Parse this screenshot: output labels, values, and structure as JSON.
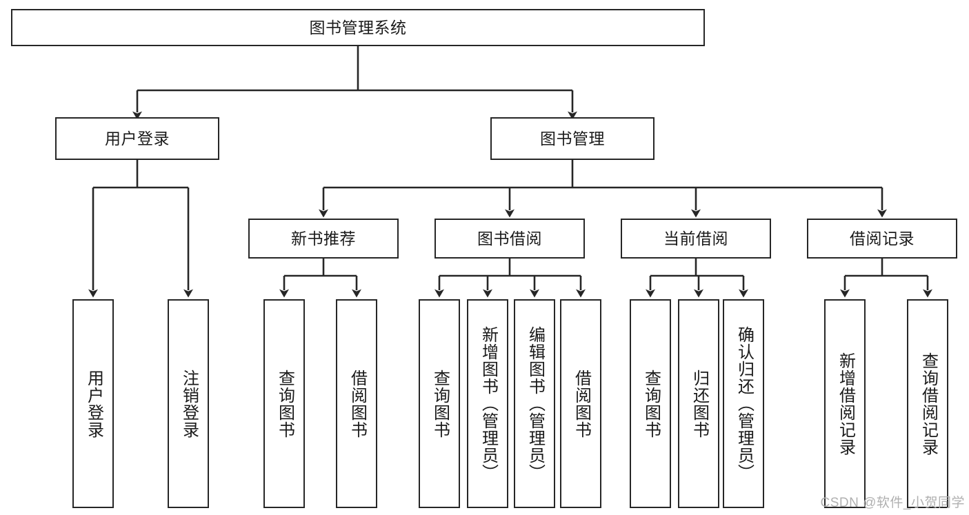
{
  "diagram": {
    "type": "hierarchy-tree",
    "title": "图书管理系统",
    "watermark": "CSDN @软件_小贺同学",
    "colors": {
      "box_border": "#262626",
      "box_fill": "#ffffff",
      "connector": "#262626",
      "text": "#1a1a1a",
      "watermark": "#b0b0b0",
      "background": "#ffffff"
    },
    "levels": {
      "root": {
        "label": "图书管理系统"
      },
      "level2": [
        {
          "label": "用户登录"
        },
        {
          "label": "图书管理"
        }
      ],
      "level3": [
        {
          "label": "新书推荐"
        },
        {
          "label": "图书借阅"
        },
        {
          "label": "当前借阅"
        },
        {
          "label": "借阅记录"
        }
      ],
      "leaves": [
        {
          "label": "用户登录",
          "parent": "用户登录"
        },
        {
          "label": "注销登录",
          "parent": "用户登录"
        },
        {
          "label": "查询图书",
          "parent": "新书推荐"
        },
        {
          "label": "借阅图书",
          "parent": "新书推荐"
        },
        {
          "label": "查询图书",
          "parent": "图书借阅"
        },
        {
          "label": "新增图书（管理员）",
          "parent": "图书借阅"
        },
        {
          "label": "编辑图书（管理员）",
          "parent": "图书借阅"
        },
        {
          "label": "借阅图书",
          "parent": "图书借阅"
        },
        {
          "label": "查询图书",
          "parent": "当前借阅"
        },
        {
          "label": "归还图书",
          "parent": "当前借阅"
        },
        {
          "label": "确认归还（管理员）",
          "parent": "当前借阅"
        },
        {
          "label": "新增借阅记录",
          "parent": "借阅记录"
        },
        {
          "label": "查询借阅记录",
          "parent": "借阅记录"
        }
      ]
    }
  }
}
